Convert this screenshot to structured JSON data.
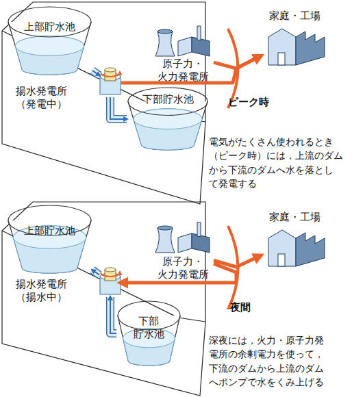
{
  "diagram": {
    "nodes": [
      {
        "text": [
          "上部貯水池"
        ]
      },
      {
        "text": [
          "揚水発電所 （発電中）"
        ]
      },
      {
        "text": [
          "下部貯水池"
        ]
      },
      {
        "text": [
          "原子力・ 火力発電所"
        ]
      },
      {
        "text": [
          "家庭・工場"
        ]
      },
      {
        "text": [
          "上部貯水池"
        ]
      },
      {
        "text": [
          "揚水発電所 （揚水中）"
        ]
      },
      {
        "text": [
          "下部 貯水池"
        ]
      },
      {
        "text": [
          "原子力・ 火力発電所"
        ]
      },
      {
        "text": [
          "家庭・工場"
        ]
      }
    ],
    "edges": [
      {
        "from": 0,
        "to": 1,
        "arrow": "to"
      },
      {
        "from": 1,
        "to": 2,
        "arrow": "to"
      },
      {
        "from": 3,
        "to": 4,
        "arrow": "to"
      },
      {
        "from": 1,
        "to": 4,
        "arrow": "to"
      },
      {
        "from": 7,
        "to": 6,
        "arrow": "to"
      },
      {
        "from": 6,
        "to": 5,
        "arrow": "to"
      },
      {
        "from": 8,
        "to": 9,
        "arrow": "to"
      },
      {
        "from": 8,
        "to": 6,
        "arrow": "to"
      }
    ],
    "labels": [
      "ピーク時",
      "電気がたくさん使われるとき （ピーク時）には，上流のダム から下流のダムへ水を落とし て発電する",
      "夜間",
      "深夜には，火力・原子力発 電所の余剰電力を使って， 下流のダムから上流のダム へポンプで水をくみ上げる"
    ]
  }
}
